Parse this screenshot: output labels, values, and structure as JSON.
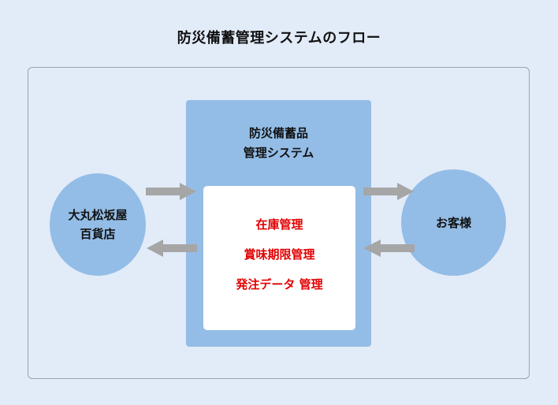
{
  "title": "防災備蓄管理システムのフロー",
  "store": {
    "line1": "大丸松坂屋",
    "line2": "百貨店"
  },
  "system": {
    "line1": "防災備蓄品",
    "line2": "管理システム",
    "functions": [
      "在庫管理",
      "賞味期限管理",
      "発注データ 管理"
    ]
  },
  "customer": {
    "label": "お客様"
  },
  "colors": {
    "background": "#e2ebf8",
    "node_fill": "#93bde6",
    "arrow": "#a6a6a6",
    "function_text": "#e10000"
  }
}
